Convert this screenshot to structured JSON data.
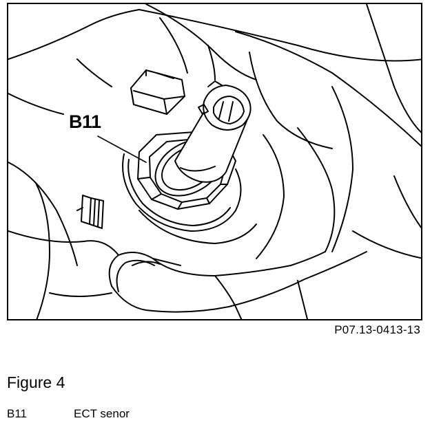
{
  "figure": {
    "callout_label": "B11",
    "reference_code": "P07.13-0413-13"
  },
  "caption": {
    "title": "Figure 4"
  },
  "legend": [
    {
      "code": "B11",
      "description": "ECT senor"
    }
  ]
}
